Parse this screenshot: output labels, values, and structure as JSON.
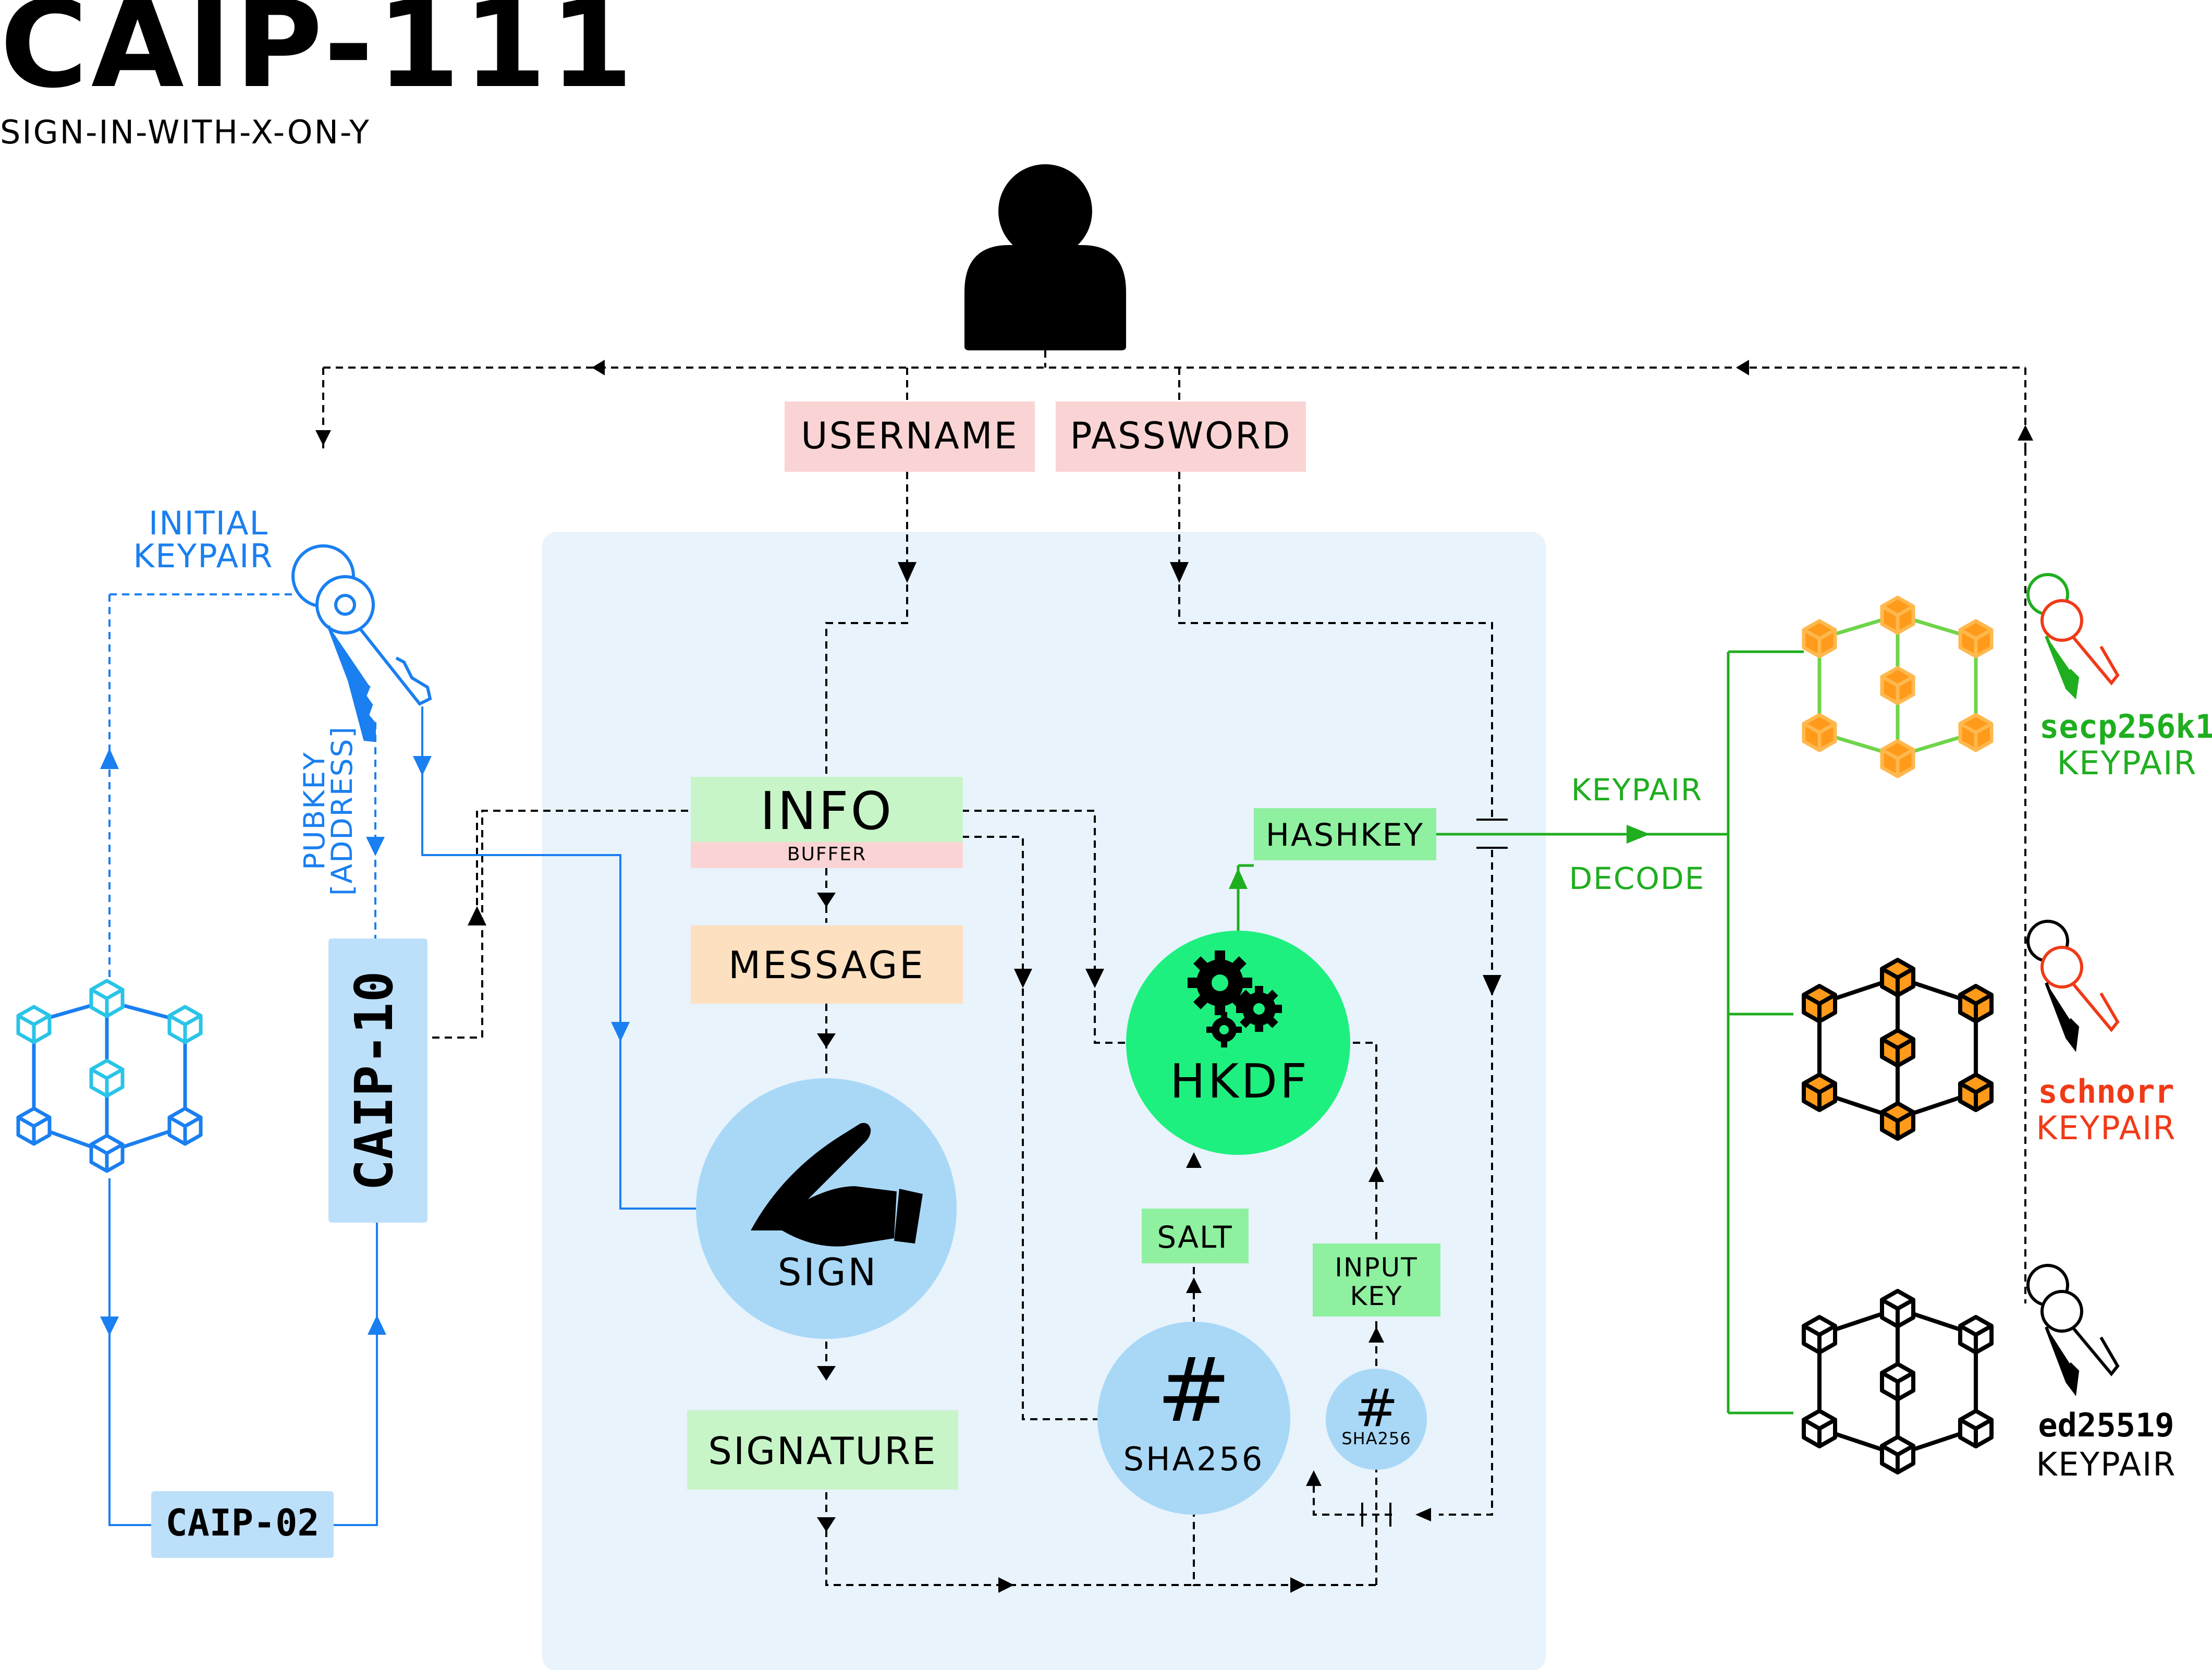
{
  "header": {
    "title": "CAIP-111",
    "subtitle": "SIGN-IN-WITH-X-ON-Y"
  },
  "credentials": {
    "username": "USERNAME",
    "password": "PASSWORD"
  },
  "left": {
    "initial_keypair_line1": "INITIAL",
    "initial_keypair_line2": "KEYPAIR",
    "pubkey_line1": "PUBKEY",
    "pubkey_line2": "[ADDRESS]",
    "caip10": "CAIP-10",
    "caip02": "CAIP-02"
  },
  "flow": {
    "info": "INFO",
    "buffer": "BUFFER",
    "message": "MESSAGE",
    "sign": "SIGN",
    "signature": "SIGNATURE",
    "hkdf": "HKDF",
    "hashkey": "HASHKEY",
    "salt": "SALT",
    "input_key_line1": "INPUT",
    "input_key_line2": "KEY",
    "sha256_large_symbol": "#",
    "sha256_large": "SHA256",
    "sha256_small_symbol": "#",
    "sha256_small": "SHA256"
  },
  "right": {
    "keypair_label": "KEYPAIR",
    "decode_label": "DECODE",
    "secp_line1": "secp256k1",
    "secp_line2": "KEYPAIR",
    "schnorr_line1": "schnorr",
    "schnorr_line2": "KEYPAIR",
    "ed_line1": "ed25519",
    "ed_line2": "KEYPAIR"
  },
  "colors": {
    "accent_blue": "#1a7ff0",
    "cyan": "#29c4e8",
    "green": "#1fae1f",
    "red_orange": "#f03a17",
    "orange": "#ff8a00",
    "panel": "#e8f3fc",
    "pink_box": "#fad4d4",
    "light_green_box": "#c8f5c8",
    "mint_box": "#8ff0a0",
    "peach_box": "#fde0c0",
    "sign_circle": "#a9d8f7",
    "hkdf_circle": "#1ef07f",
    "caip_box": "#bde0fa"
  },
  "icons": [
    "user-icon",
    "key-icon",
    "blockchain-icon",
    "pen-hand-icon",
    "gears-icon"
  ]
}
